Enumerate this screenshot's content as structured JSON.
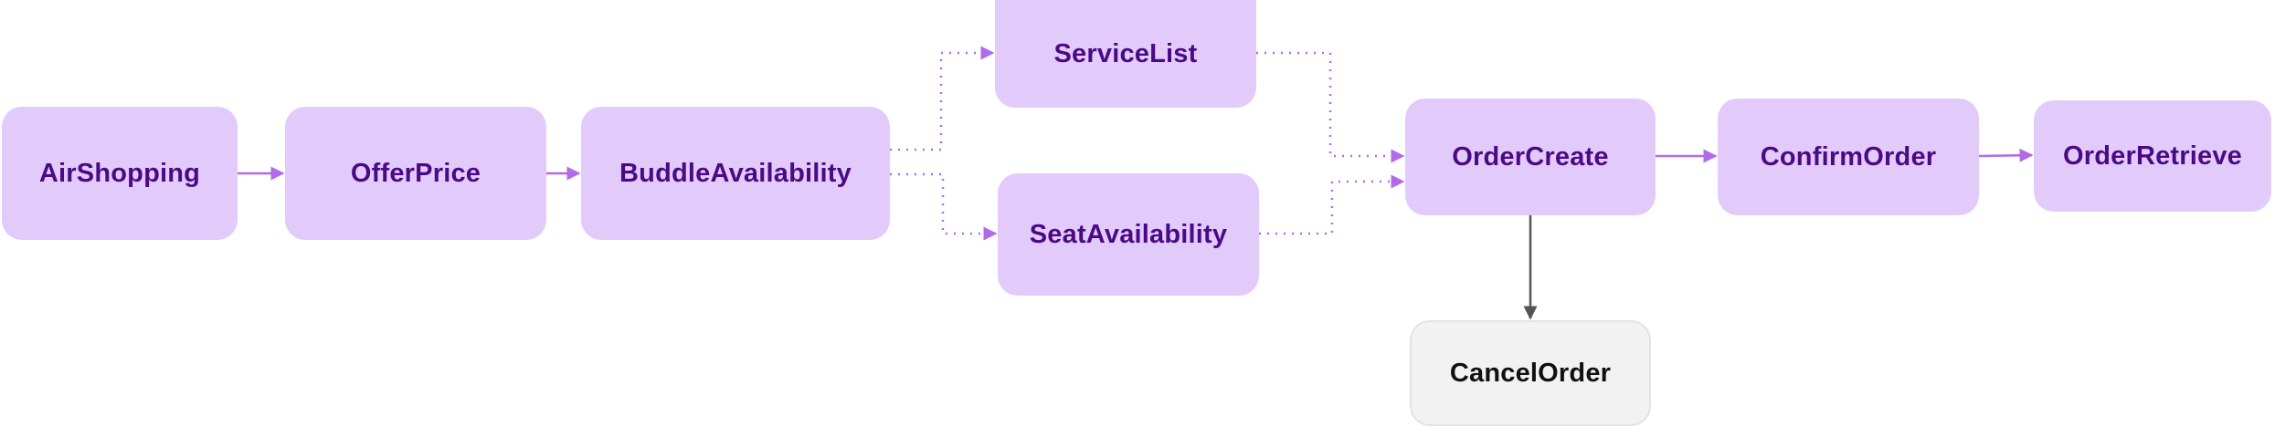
{
  "colors": {
    "node_fill": "#e2cbfb",
    "node_text": "#4b0a85",
    "edge": "#b16be8",
    "terminal_fill": "#f2f2f2",
    "terminal_text": "#111111",
    "terminal_edge": "#555555"
  },
  "nodes": {
    "airshopping": "AirShopping",
    "offerprice": "OfferPrice",
    "buddle_availability": "BuddleAvailability",
    "service_list": "ServiceList",
    "seat_availability": "SeatAvailability",
    "order_create": "OrderCreate",
    "confirm_order": "ConfirmOrder",
    "order_retrieve": "OrderRetrieve",
    "cancel_order": "CancelOrder"
  },
  "edges": [
    {
      "from": "AirShopping",
      "to": "OfferPrice",
      "style": "solid"
    },
    {
      "from": "OfferPrice",
      "to": "BuddleAvailability",
      "style": "solid"
    },
    {
      "from": "BuddleAvailability",
      "to": "ServiceList",
      "style": "dotted"
    },
    {
      "from": "BuddleAvailability",
      "to": "SeatAvailability",
      "style": "dotted"
    },
    {
      "from": "ServiceList",
      "to": "OrderCreate",
      "style": "dotted"
    },
    {
      "from": "SeatAvailability",
      "to": "OrderCreate",
      "style": "dotted"
    },
    {
      "from": "OrderCreate",
      "to": "ConfirmOrder",
      "style": "solid"
    },
    {
      "from": "ConfirmOrder",
      "to": "OrderRetrieve",
      "style": "solid"
    },
    {
      "from": "OrderCreate",
      "to": "CancelOrder",
      "style": "solid"
    }
  ]
}
